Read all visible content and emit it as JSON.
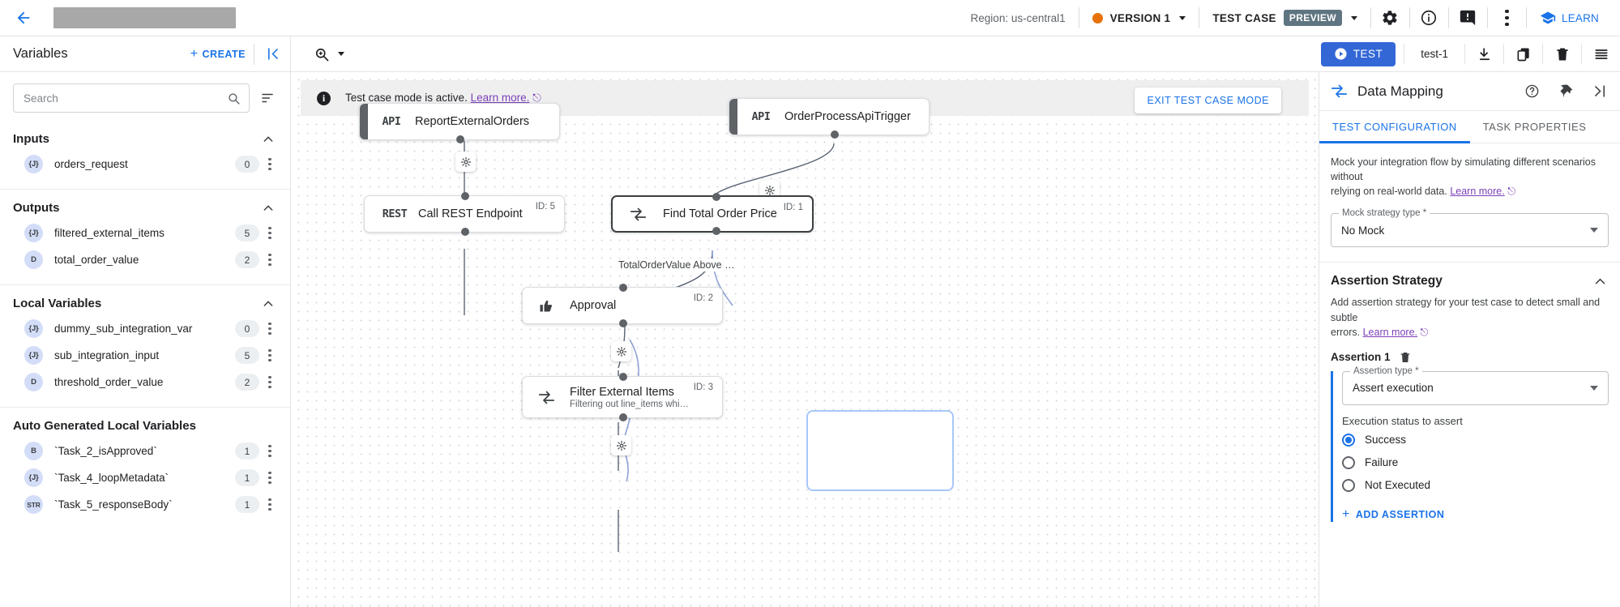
{
  "header": {
    "back_icon": "arrow-left-icon",
    "title_redacted": "",
    "region": "Region: us-central1",
    "version_label": "VERSION 1",
    "version_dot_color": "#e8710a",
    "test_case_label": "TEST CASE",
    "preview_badge": "PREVIEW",
    "icons": [
      "gear-icon",
      "info-icon",
      "feedback-icon",
      "more-vert-icon"
    ],
    "learn_label": "LEARN",
    "accent_color": "#1a73e8"
  },
  "subbar": {
    "variables_title": "Variables",
    "create_label": "CREATE",
    "collapse_icon": "collapse-left-icon",
    "zoom_icon": "zoom-icon",
    "test_label": "TEST",
    "test_name": "test-1",
    "icons": [
      "download-icon",
      "copy-icon",
      "delete-icon",
      "list-icon"
    ]
  },
  "sidebar": {
    "search": {
      "value": "",
      "placeholder": "Search"
    },
    "sections": [
      {
        "title": "Inputs",
        "items": [
          {
            "type": "{J}",
            "name": "orders_request",
            "count": "0"
          }
        ]
      },
      {
        "title": "Outputs",
        "items": [
          {
            "type": "{J}",
            "name": "filtered_external_items",
            "count": "5"
          },
          {
            "type": "D",
            "name": "total_order_value",
            "count": "2"
          }
        ]
      },
      {
        "title": "Local Variables",
        "items": [
          {
            "type": "{J}",
            "name": "dummy_sub_integration_var",
            "count": "0"
          },
          {
            "type": "{J}",
            "name": "sub_integration_input",
            "count": "5"
          },
          {
            "type": "D",
            "name": "threshold_order_value",
            "count": "2"
          }
        ]
      },
      {
        "title": "Auto Generated Local Variables",
        "items": [
          {
            "type": "B",
            "name": "`Task_2_isApproved`",
            "count": "1"
          },
          {
            "type": "{J}",
            "name": "`Task_4_loopMetadata`",
            "count": "1"
          },
          {
            "type": "STR",
            "name": "`Task_5_responseBody`",
            "count": "1"
          }
        ]
      }
    ]
  },
  "canvas": {
    "banner_text": "Test case mode is active.",
    "banner_link": "Learn more.",
    "exit_button": "EXIT TEST CASE MODE",
    "nodes": [
      {
        "icon": "API",
        "title": "ReportExternalOrders",
        "sub": "",
        "id": ""
      },
      {
        "icon": "API",
        "title": "OrderProcessApiTrigger",
        "sub": "",
        "id": ""
      },
      {
        "icon": "REST",
        "title": "Call REST Endpoint",
        "sub": "",
        "id": "ID: 5"
      },
      {
        "icon": "mapping-icon",
        "title": "Find Total Order Price",
        "sub": "",
        "id": "ID: 1"
      },
      {
        "icon": "approval-icon",
        "title": "Approval",
        "sub": "",
        "id": "ID: 2"
      },
      {
        "icon": "mapping-icon",
        "title": "Filter External Items",
        "sub": "Filtering out line_items whi…",
        "id": "ID: 3"
      }
    ],
    "edge_label": "TotalOrderValue Above …"
  },
  "right_panel": {
    "title": "Data Mapping",
    "header_icons": [
      "help-icon",
      "pin-icon",
      "collapse-right-icon"
    ],
    "tabs": [
      {
        "label": "TEST CONFIGURATION",
        "active": true
      },
      {
        "label": "TASK PROPERTIES",
        "active": false
      }
    ],
    "mock_desc_line1": "Mock your integration flow by simulating different scenarios without",
    "mock_desc_line2": "relying on real-world data.",
    "mock_desc_link": "Learn more.",
    "mock_field_label": "Mock strategy type *",
    "mock_field_value": "No Mock",
    "assertion_section_title": "Assertion Strategy",
    "assertion_desc_line1": "Add assertion strategy for your test case to detect small and subtle",
    "assertion_desc_line2": "errors.",
    "assertion_desc_link": "Learn more.",
    "assertion_label": "Assertion 1",
    "assertion_delete_icon": "trash-icon",
    "assertion_type_label": "Assertion type *",
    "assertion_type_value": "Assert execution",
    "execution_status_label": "Execution status to assert",
    "radio_options": [
      {
        "label": "Success",
        "selected": true
      },
      {
        "label": "Failure",
        "selected": false
      },
      {
        "label": "Not Executed",
        "selected": false
      }
    ],
    "add_assertion_label": "ADD ASSERTION"
  }
}
